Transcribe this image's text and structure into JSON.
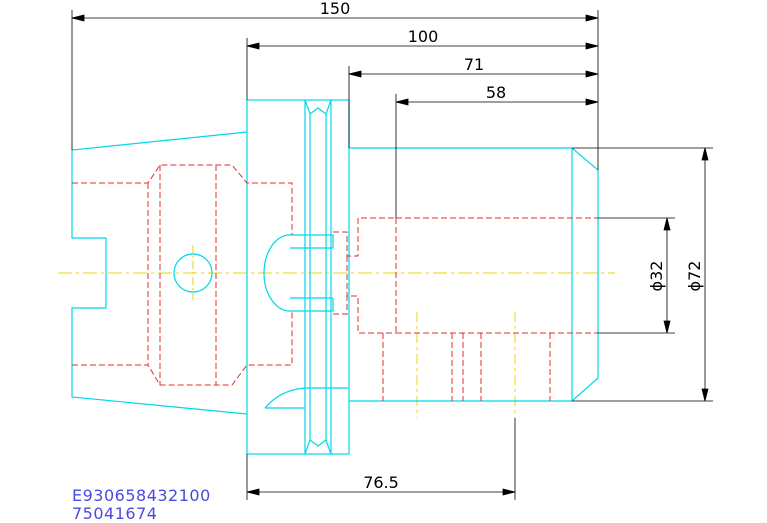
{
  "dimensions": {
    "overall_length": "150",
    "length_100": "100",
    "length_71": "71",
    "length_58": "58",
    "length_76_5": "76.5",
    "bore_diameter": "ϕ32",
    "body_diameter": "ϕ72"
  },
  "identifiers": {
    "part_number": "E930658432100",
    "code": "75041674"
  },
  "colors": {
    "outline": "#00d8e8",
    "hidden": "#e03030",
    "centerline": "#e8d800",
    "dimension": "#000000",
    "text": "#4a4ae0"
  }
}
